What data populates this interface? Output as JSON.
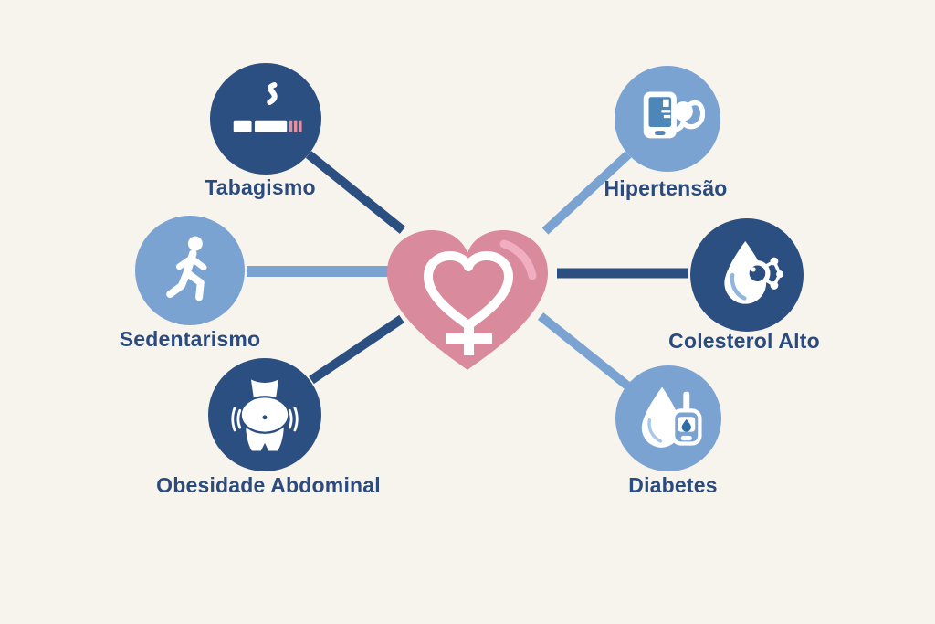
{
  "diagram": {
    "subject": "female-heart-risk-factors",
    "center": {
      "icon": "heart-female-icon",
      "heart_color": "#d98a9c",
      "highlight_color": "#f0aec0",
      "symbol_color": "#ffffff"
    },
    "nodes": [
      {
        "id": "tabagismo",
        "label": "Tabagismo",
        "icon": "cigarette-icon",
        "tone": "dark",
        "circle_color": "#2b4f80",
        "line_color": "#2b4f80"
      },
      {
        "id": "hipertensao",
        "label": "Hipertensão",
        "icon": "blood-pressure-monitor-icon",
        "tone": "light",
        "circle_color": "#7aa3d2",
        "line_color": "#7aa3d2"
      },
      {
        "id": "sedentarismo",
        "label": "Sedentarismo",
        "icon": "walking-person-icon",
        "tone": "light",
        "circle_color": "#7aa3d2",
        "line_color": "#7aa3d2"
      },
      {
        "id": "colesterol",
        "label": "Colesterol Alto",
        "icon": "droplet-molecule-icon",
        "tone": "dark",
        "circle_color": "#2b4f80",
        "line_color": "#2b4f80"
      },
      {
        "id": "obesidade",
        "label": "Obesidade Abdominal",
        "icon": "abdominal-belly-icon",
        "tone": "dark",
        "circle_color": "#2b4f80",
        "line_color": "#2b4f80"
      },
      {
        "id": "diabetes",
        "label": "Diabetes",
        "icon": "glucose-meter-droplet-icon",
        "tone": "light",
        "circle_color": "#7aa3d2",
        "line_color": "#7aa3d2"
      }
    ],
    "colors": {
      "background": "#f7f3ed",
      "dark_blue": "#2b4f80",
      "light_blue": "#7aa3d2",
      "heart_pink": "#d98a9c",
      "text": "#2b4b7e",
      "cigarette_stripe_pink": "#e68fa0",
      "monitor_screen_blue": "#4d86b8"
    }
  }
}
